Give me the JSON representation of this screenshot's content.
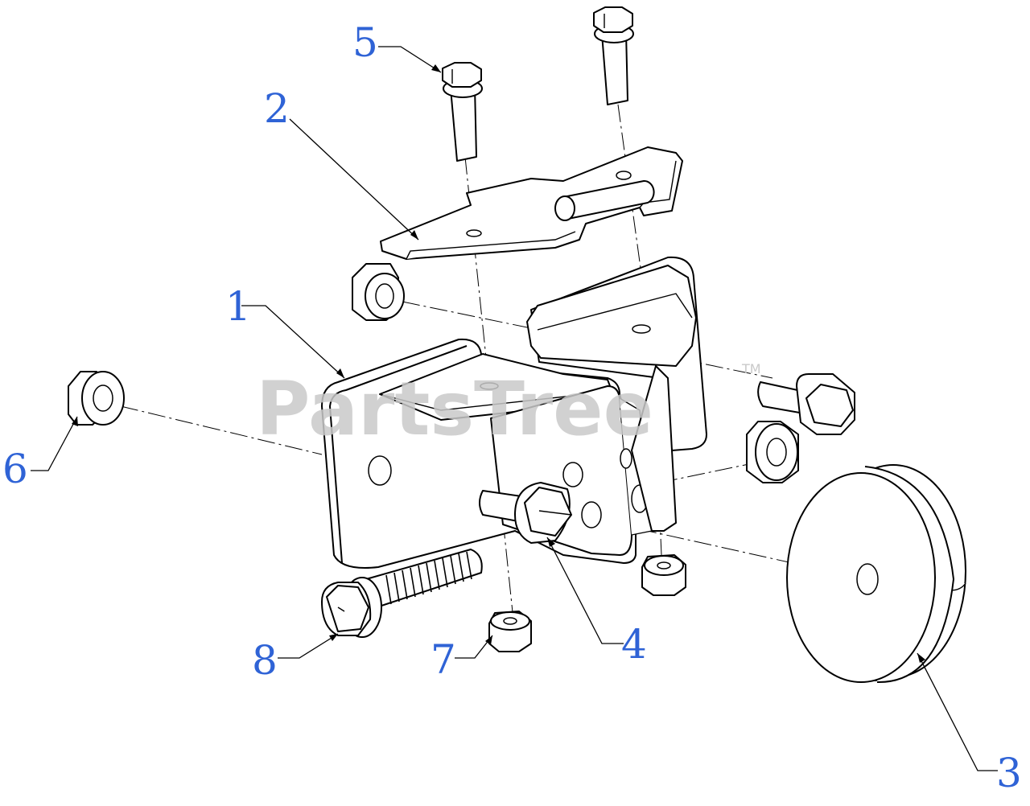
{
  "watermark": {
    "text": "PartsTree",
    "trademark": "TM"
  },
  "callouts": [
    {
      "id": "1",
      "label": "1"
    },
    {
      "id": "2",
      "label": "2"
    },
    {
      "id": "3",
      "label": "3"
    },
    {
      "id": "4",
      "label": "4"
    },
    {
      "id": "5",
      "label": "5"
    },
    {
      "id": "6",
      "label": "6"
    },
    {
      "id": "7",
      "label": "7"
    },
    {
      "id": "8",
      "label": "8"
    }
  ],
  "colors": {
    "callout": "#2f63d6",
    "line": "#000000",
    "watermark": "#c9c9c9"
  }
}
